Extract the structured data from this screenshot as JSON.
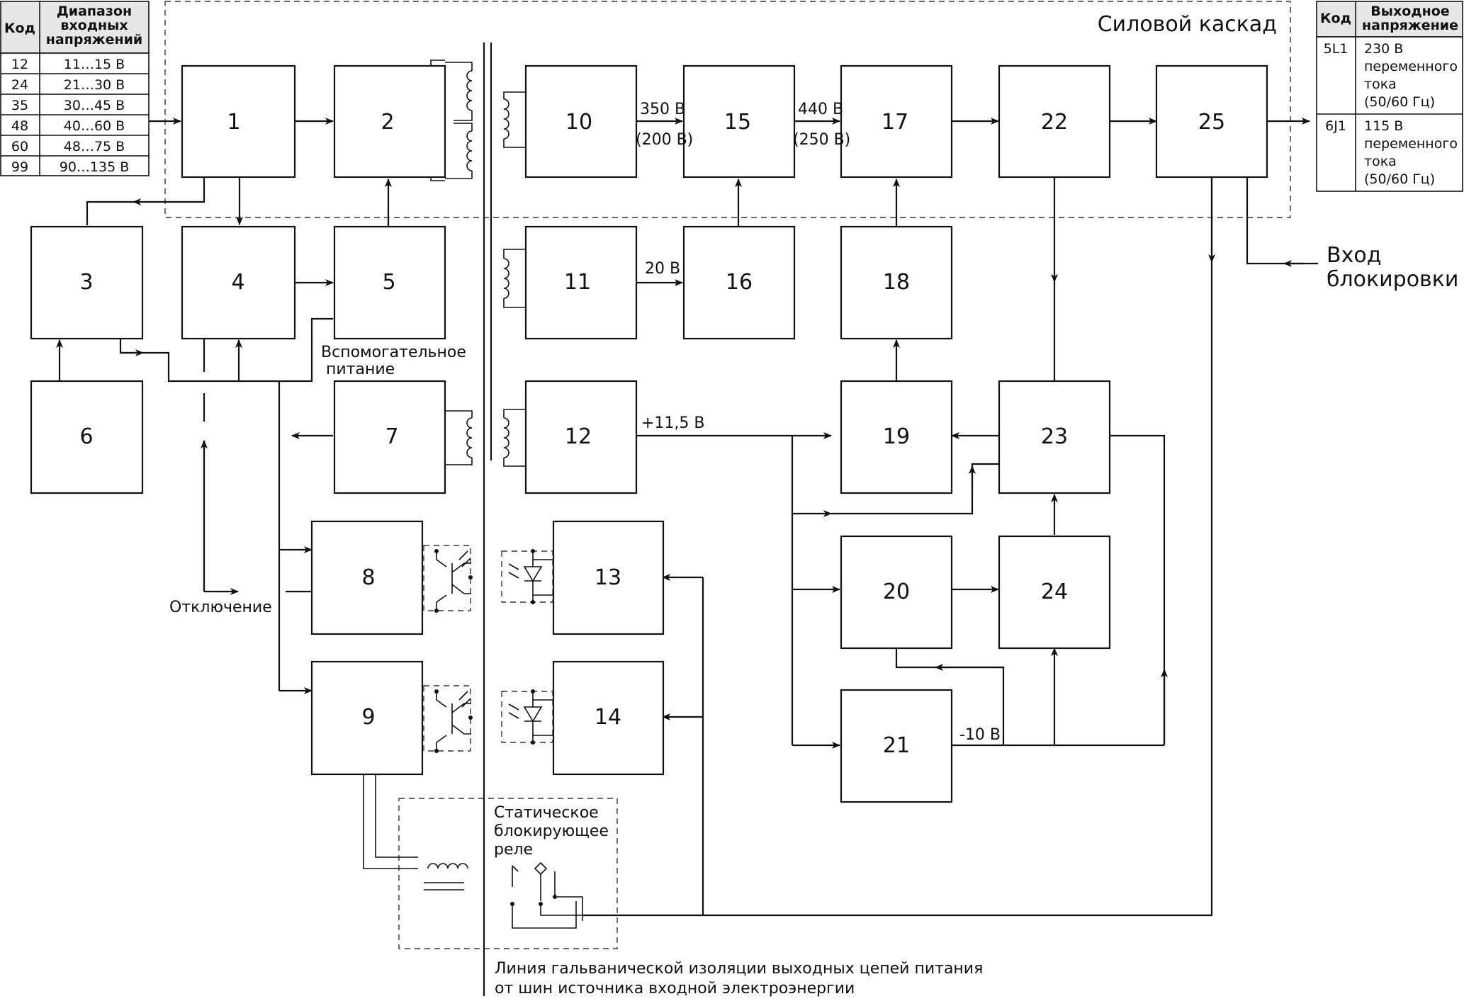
{
  "input_table": {
    "header_code": "Код",
    "header_range": [
      "Диапазон",
      "входных",
      "напряжений"
    ],
    "rows": [
      {
        "code": "12",
        "range": "11…15 В"
      },
      {
        "code": "24",
        "range": "21…30 В"
      },
      {
        "code": "35",
        "range": "30…45 В"
      },
      {
        "code": "48",
        "range": "40…60 В"
      },
      {
        "code": "60",
        "range": "48…75 В"
      },
      {
        "code": "99",
        "range": "90…135 В"
      }
    ]
  },
  "output_table": {
    "header_code": "Код",
    "header_voltage": [
      "Выходное",
      "напряжение"
    ],
    "rows": [
      {
        "code": "5L1",
        "lines": [
          "230 В",
          "переменного",
          "тока",
          "(50/60 Гц)"
        ]
      },
      {
        "code": "6J1",
        "lines": [
          "115 В",
          "переменного",
          "тока",
          "(50/60 Гц)"
        ]
      }
    ]
  },
  "blocks": [
    "1",
    "2",
    "3",
    "4",
    "5",
    "6",
    "7",
    "8",
    "9",
    "10",
    "11",
    "12",
    "13",
    "14",
    "15",
    "16",
    "17",
    "18",
    "19",
    "20",
    "21",
    "22",
    "23",
    "24",
    "25"
  ],
  "labels": {
    "power_stage": "Силовой каскад",
    "v350": "350 В",
    "v200": "(200 В)",
    "v440": "440 В",
    "v250": "(250 В)",
    "v20": "20 В",
    "v11_5": "+11,5 В",
    "vm10": "-10 В",
    "aux_power_1": "Вспомогательное",
    "aux_power_2": "питание",
    "shutdown": "Отключение",
    "block_input_1": "Вход",
    "block_input_2": "блокировки",
    "relay_1": "Статическое",
    "relay_2": "блокирующее",
    "relay_3": "реле",
    "isolation_1": "Линия гальванической изоляции выходных цепей питания",
    "isolation_2": "от шин источника входной электроэнергии"
  }
}
